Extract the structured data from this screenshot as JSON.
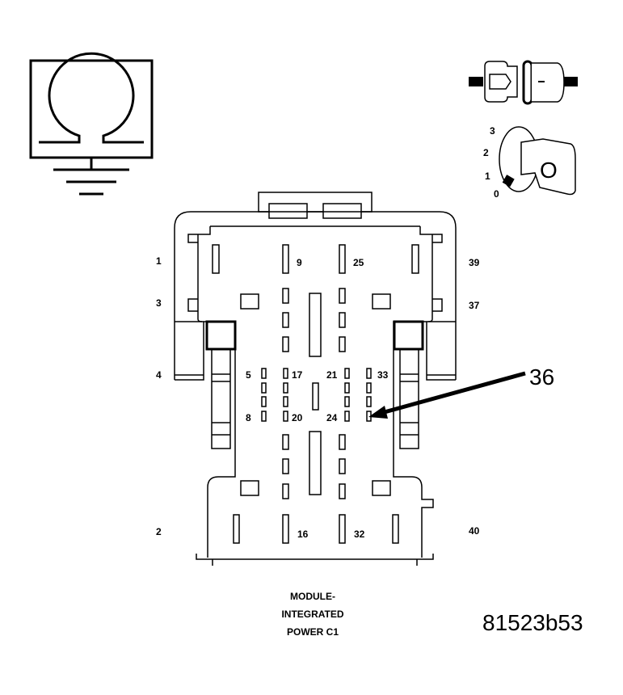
{
  "caption": {
    "line1": "MODULE-",
    "line2": "INTEGRATED",
    "line3": "POWER C1"
  },
  "figure_id": "81523b53",
  "callout": {
    "pin": "36"
  },
  "side_labels": {
    "l1": "1",
    "l3": "3",
    "l4": "4",
    "l2": "2",
    "r39": "39",
    "r37": "37",
    "r40": "40"
  },
  "pin_labels": {
    "p9": "9",
    "p25": "25",
    "p5": "5",
    "p17": "17",
    "p21": "21",
    "p33": "33",
    "p8": "8",
    "p20": "20",
    "p24": "24",
    "p16": "16",
    "p32": "32"
  },
  "key_positions": [
    "3",
    "2",
    "1",
    "0"
  ],
  "key_letter": "O",
  "icons": [
    "ohmmeter-ground-icon",
    "connector-icon",
    "ignition-key-icon"
  ]
}
